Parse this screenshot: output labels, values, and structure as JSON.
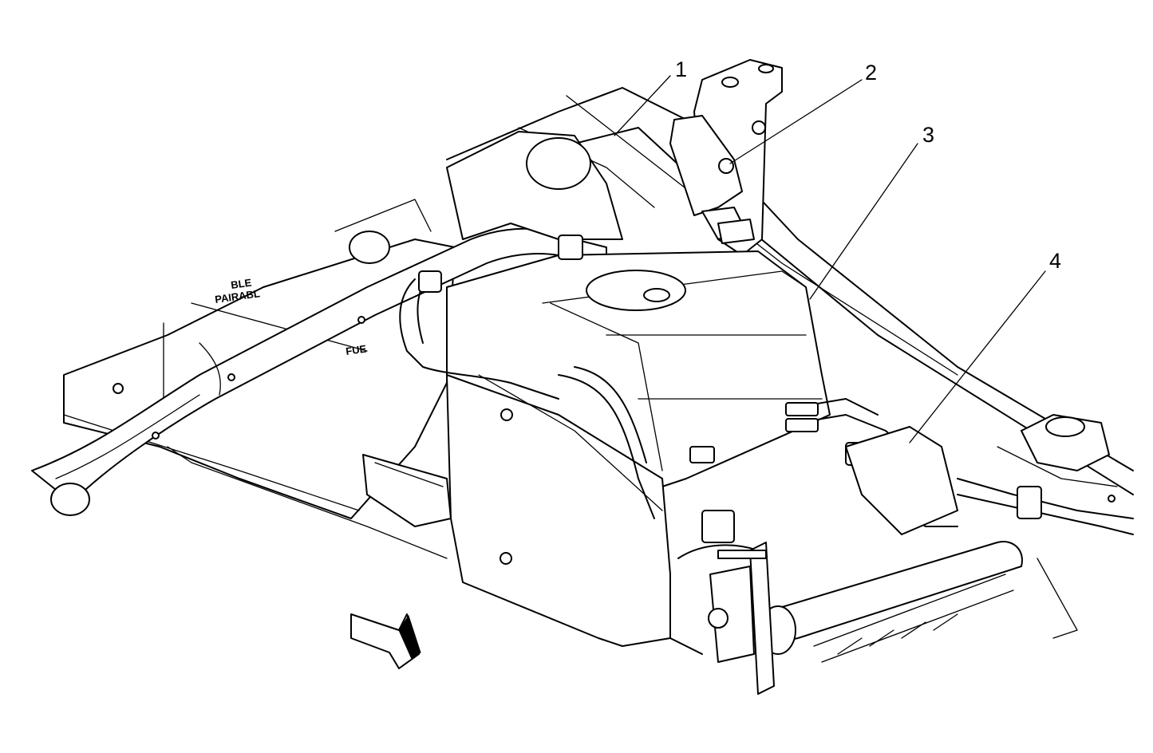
{
  "callouts": [
    {
      "label": "1"
    },
    {
      "label": "2"
    },
    {
      "label": "3"
    },
    {
      "label": "4"
    }
  ],
  "embossed_text": {
    "line1": "BLE",
    "line2": "PAIRABL",
    "line3": "FUE"
  },
  "direction_indicator": "front-arrow-icon",
  "colors": {
    "stroke": "#000000",
    "background": "#ffffff"
  }
}
